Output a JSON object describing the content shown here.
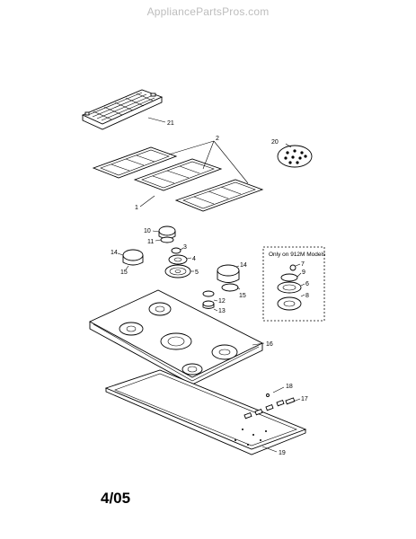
{
  "watermark": "AppliancePartsPros.com",
  "footer_date": "4/05",
  "model_box_title": "Only on 912M Models",
  "part_labels": {
    "p1": "1",
    "p2": "2",
    "p3": "3",
    "p4": "4",
    "p5": "5",
    "p6": "6",
    "p7": "7",
    "p8": "8",
    "p9": "9",
    "p10": "10",
    "p11": "11",
    "p12": "12",
    "p13": "13",
    "p14": "14",
    "p15a": "15",
    "p15b": "15",
    "p15c": "15",
    "p16": "16",
    "p17": "17",
    "p18": "18",
    "p19": "19",
    "p20": "20",
    "p21": "21"
  }
}
